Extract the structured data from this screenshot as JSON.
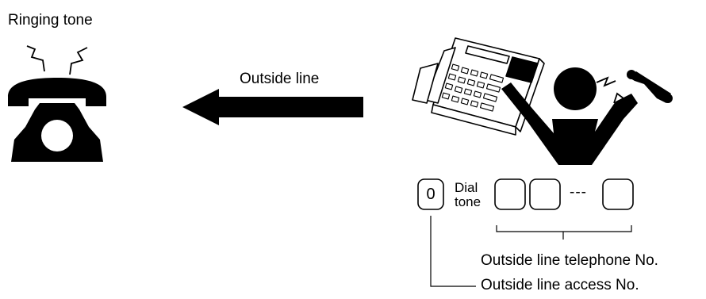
{
  "labels": {
    "ringing_tone": "Ringing tone",
    "outside_line": "Outside line",
    "dial_tone": [
      "Dial",
      "tone"
    ],
    "access_digit": "0",
    "digit_ellipsis": "---",
    "outside_line_telephone_no": "Outside line telephone No.",
    "outside_line_access_no": "Outside line access No."
  },
  "icons": {
    "called_party": "ringing-telephone-icon",
    "caller": "person-with-telephone-icon",
    "direction": "left-arrow-icon"
  },
  "colors": {
    "line": "#000000",
    "background": "#ffffff"
  }
}
